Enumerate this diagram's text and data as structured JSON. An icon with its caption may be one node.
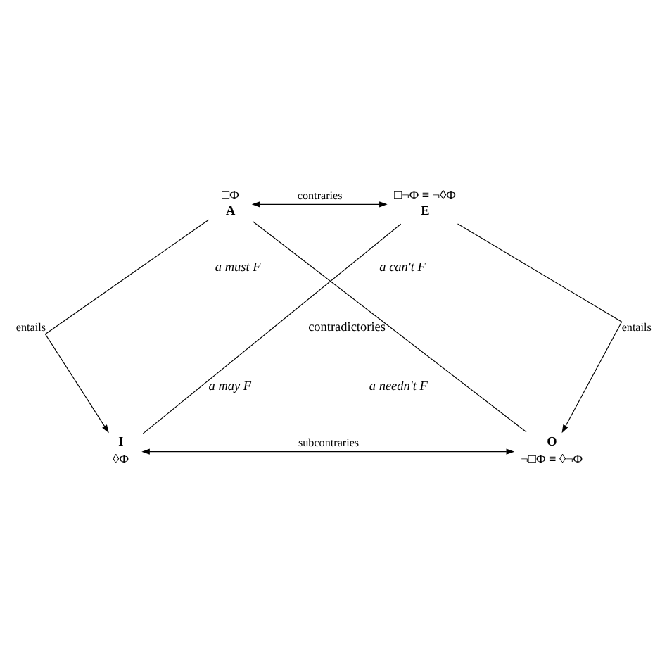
{
  "diagram": {
    "nodes": [
      {
        "text": [
          "A"
        ],
        "beside": [
          "□Φ"
        ]
      },
      {
        "text": [
          "E"
        ],
        "beside": [
          "□¬Φ ≡ ¬◊Φ"
        ]
      },
      {
        "text": [
          "I"
        ],
        "beside": [
          "◊Φ"
        ]
      },
      {
        "text": [
          "O"
        ],
        "beside": [
          "¬□Φ ≡ ◊¬Φ"
        ]
      }
    ],
    "edges": [
      {
        "from": 0,
        "to": 1,
        "arrow": "both",
        "label": "contraries"
      },
      {
        "from": 0,
        "to": 2,
        "arrow": "to",
        "label": "entails"
      },
      {
        "from": 1,
        "to": 3,
        "arrow": "to",
        "label": "entails"
      },
      {
        "from": 2,
        "to": 3,
        "arrow": "both",
        "label": "subcontraries"
      },
      {
        "from": 0,
        "to": 3,
        "arrow": "none"
      },
      {
        "from": 1,
        "to": 2,
        "arrow": "none"
      }
    ],
    "labels": [
      "a must F",
      "a can't F",
      "contradictories",
      "a may F",
      "a needn't F"
    ]
  }
}
